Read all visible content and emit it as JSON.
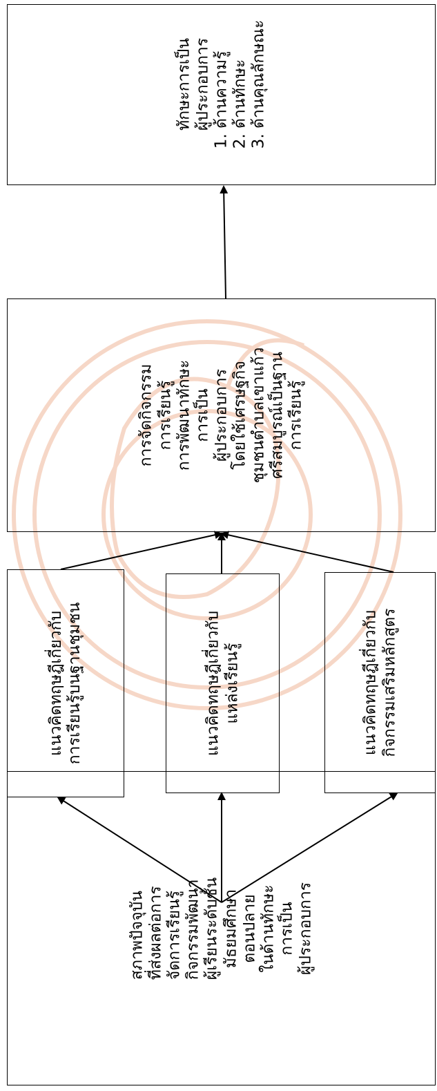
{
  "colors": {
    "stroke": "#000000",
    "watermark": "#f0b89a"
  },
  "watermark": {
    "icon": "university-seal-icon"
  },
  "boxes": {
    "current_state": {
      "lines": [
        "สภาพปัจจุบัน",
        "ที่ส่งผลต่อการ",
        "จัดการเรียนรู้",
        "กิจกรรมพัฒนา",
        "ผู้เรียนระดับชั้น",
        "มัธยมศึกษา",
        "ตอนปลาย",
        "ในด้านทักษะ",
        "การเป็น",
        "ผู้ประกอบการ"
      ]
    },
    "theory_community": {
      "lines": [
        "แนวคิดทฤษฎีเกี่ยวกับ",
        "การเรียนรู้บนฐานชุมชน"
      ]
    },
    "theory_learning_source": {
      "lines": [
        "แนวคิดทฤษฎีเกี่ยวกับ",
        "แหล่งเรียนรู้"
      ]
    },
    "theory_extra_activity": {
      "lines": [
        "แนวคิดทฤษฎีเกี่ยวกับ",
        "กิจกรรมเสริมหลักสูตร"
      ]
    },
    "activity_management": {
      "lines": [
        "การจัดกิจกรรม",
        "การเรียนรู้",
        "การพัฒนาทักษะ",
        "การเป็น",
        "ผู้ประกอบการ",
        "โดยใช้เศรษฐกิจ",
        "ชุมชนตำบลเขาแก้ว",
        "ศรีสมบูรณ์เป็นฐาน",
        "การเรียนรู้"
      ]
    },
    "entrepreneur_skills": {
      "lines": [
        "ทักษะการเป็น",
        "ผู้ประกอบการ",
        "1. ด้านความรู้",
        "2. ด้านทักษะ",
        "3. ด้านคุณลักษณะ"
      ]
    }
  }
}
